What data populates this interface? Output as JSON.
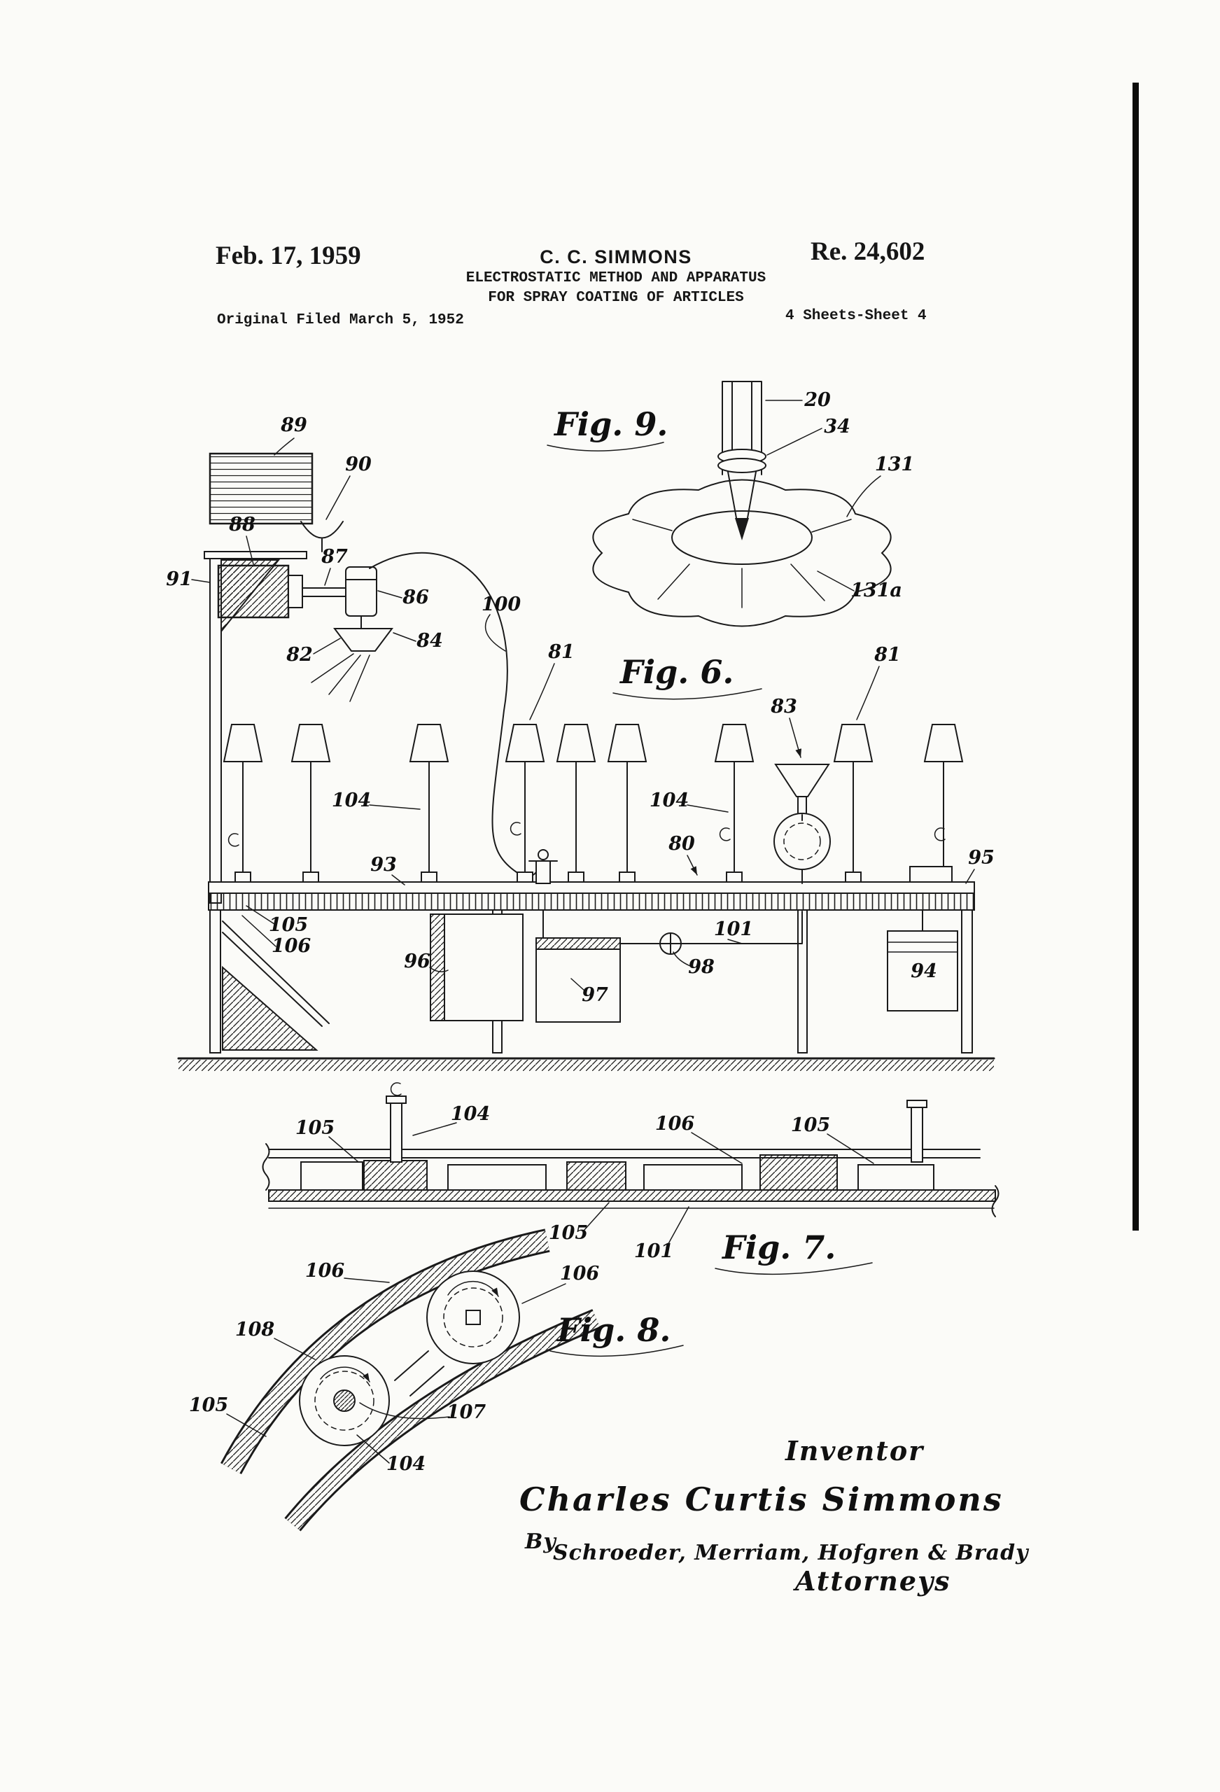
{
  "page": {
    "date": "Feb. 17, 1959",
    "patent_number": "Re. 24,602",
    "inventor_short": "C. C. SIMMONS",
    "title_line1": "ELECTROSTATIC METHOD AND APPARATUS",
    "title_line2": "FOR SPRAY COATING OF ARTICLES",
    "filing_line": "Original Filed March 5, 1952",
    "sheet_line": "4 Sheets-Sheet 4"
  },
  "figures": {
    "fig9": {
      "label": "Fig. 9.",
      "refs": {
        "r20": "20",
        "r34": "34",
        "r131": "131",
        "r131a": "131a"
      }
    },
    "fig6": {
      "label": "Fig. 6.",
      "refs": {
        "r89": "89",
        "r90": "90",
        "r88": "88",
        "r91": "91",
        "r87": "87",
        "r86": "86",
        "r82": "82",
        "r84": "84",
        "r100": "100",
        "r81a": "81",
        "r81b": "81",
        "r83": "83",
        "r104a": "104",
        "r104b": "104",
        "r80": "80",
        "r93": "93",
        "r95": "95",
        "r105": "105",
        "r106": "106",
        "r96": "96",
        "r97": "97",
        "r98": "98",
        "r101": "101",
        "r94": "94"
      }
    },
    "fig7": {
      "label": "Fig. 7.",
      "refs": {
        "r105a": "105",
        "r104": "104",
        "r106": "106",
        "r105b": "105",
        "r105c": "105",
        "r101": "101"
      }
    },
    "fig8": {
      "label": "Fig. 8.",
      "refs": {
        "r106a": "106",
        "r106b": "106",
        "r108": "108",
        "r105": "105",
        "r107": "107",
        "r104": "104"
      }
    }
  },
  "signature": {
    "inventor_label": "Inventor",
    "inventor_name": "Charles Curtis Simmons",
    "by_label": "By",
    "attorneys_name": "Schroeder, Merriam, Hofgren & Brady",
    "attorneys_label": "Attorneys"
  }
}
